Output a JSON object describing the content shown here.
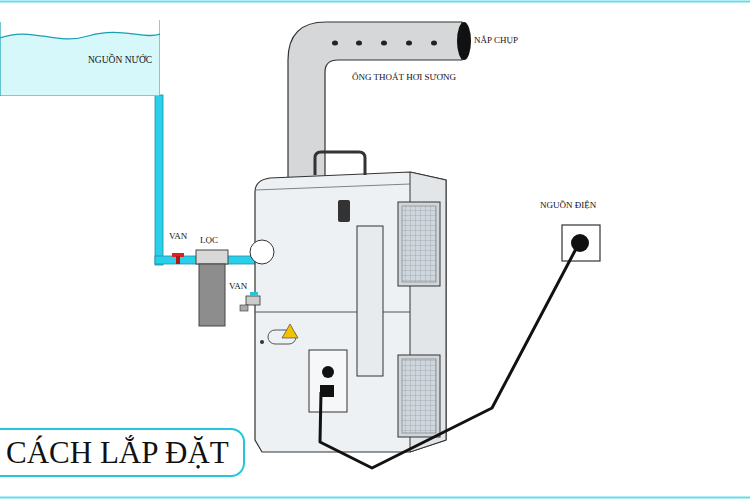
{
  "diagram": {
    "title": "CÁCH LẮP ĐẶT",
    "nodes": [
      {
        "text": [
          "NGUỒN NƯỚC"
        ]
      }
    ],
    "labels": [
      "NẮP CHỤP",
      "ỐNG THOÁT HƠI SƯƠNG",
      "NGUỒN ĐIỆN",
      "VAN",
      "LỌC",
      "VAN"
    ]
  }
}
